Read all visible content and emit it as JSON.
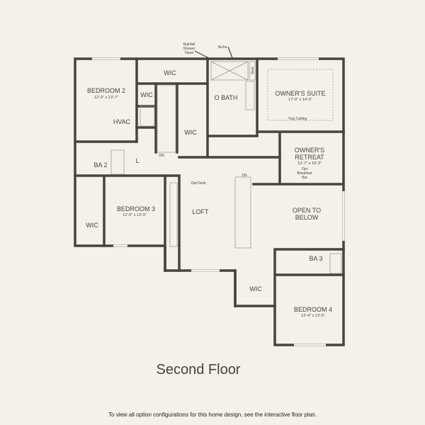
{
  "colors": {
    "background": "#f3f1e8",
    "walls": "#4a433c"
  },
  "rooms": {
    "bedroom2": {
      "name": "BEDROOM 2",
      "dim": "12'-0\" x 13'-7\""
    },
    "wic_top": "WIC",
    "wic_bed2": "WIC",
    "hvac": "HVAC",
    "ba2": "BA 2",
    "linen": "L",
    "obath": "O BATH",
    "wic_mid": "WIC",
    "owners_suite": {
      "name": "OWNER'S SUITE",
      "dim": "17'-0\" x 14'-5\"",
      "note": "Tray Ceiling"
    },
    "owners_retreat": {
      "name1": "OWNER'S",
      "name2": "RETREAT",
      "dim": "12'-7\" x 10'-3\"",
      "note1": "Opt",
      "note2": "Breakfast",
      "note3": "Bar"
    },
    "bedroom3": {
      "name": "BEDROOM 3",
      "dim": "12'-0\" x 13'-9\""
    },
    "wic_left": "WIC",
    "loft": "LOFT",
    "opt_desk": "Opt Desk",
    "open_to_below1": "OPEN TO",
    "open_to_below2": "BELOW",
    "ba3": "BA 3",
    "wic_bed4": "WIC",
    "bedroom4": {
      "name": "BEDROOM 4",
      "dim": "13'-4\" x 13'-5\""
    },
    "dn1": "DN",
    "dn2": "DN",
    "seat": "Seat"
  },
  "notes": {
    "rainfall1": "Rainfall",
    "rainfall2": "Shower",
    "rainfall3": "Head",
    "niche": "Niche"
  },
  "title": "Second Floor",
  "footer": "To view all option configurations for this home design, see the interactive floor plan."
}
